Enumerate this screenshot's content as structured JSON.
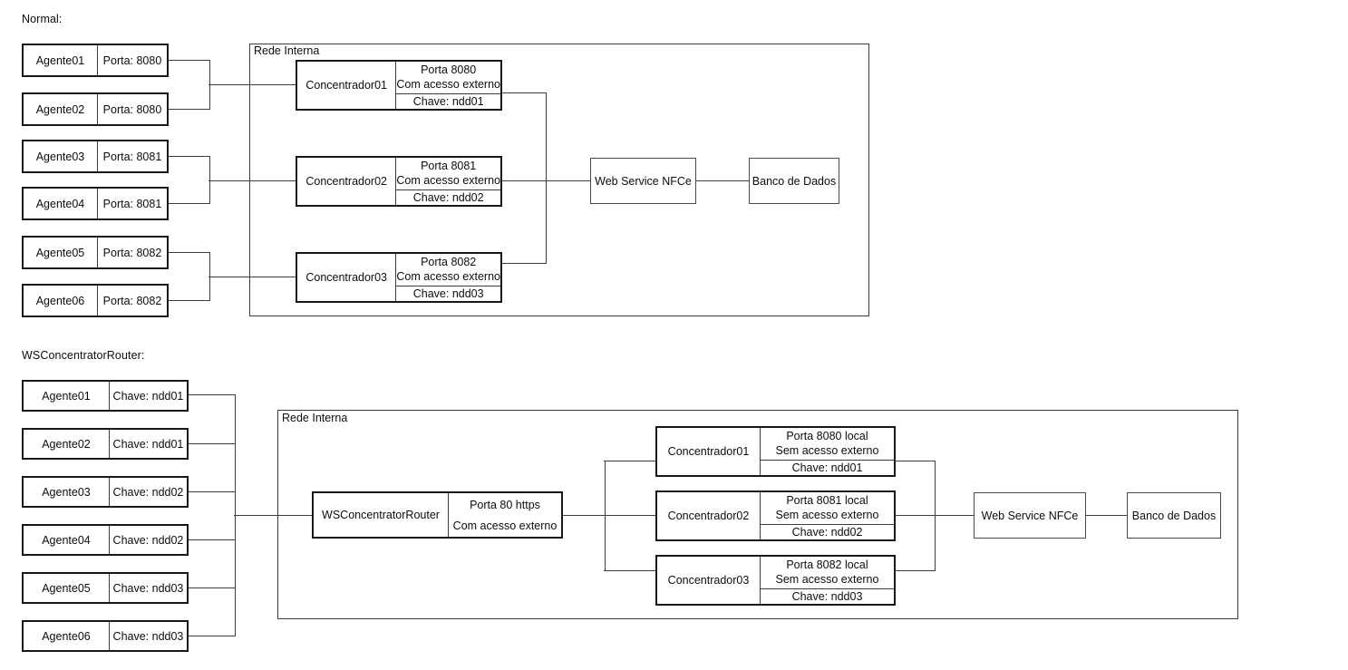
{
  "diagram": {
    "title_normal": "Normal:",
    "title_router": "WSConcentratorRouter:",
    "network_label": "Rede Interna",
    "colors": {
      "line": "#3d3d3d",
      "node_border_strong": "#181818",
      "node_border_light": "#4a4a4a",
      "text": "#0d0d0d",
      "background": "#ffffff"
    }
  },
  "normal": {
    "label": "Normal:",
    "network_label": "Rede Interna",
    "agents": [
      {
        "name": "Agente01",
        "detail": "Porta: 8080"
      },
      {
        "name": "Agente02",
        "detail": "Porta: 8080"
      },
      {
        "name": "Agente03",
        "detail": "Porta: 8081"
      },
      {
        "name": "Agente04",
        "detail": "Porta: 8081"
      },
      {
        "name": "Agente05",
        "detail": "Porta: 8082"
      },
      {
        "name": "Agente06",
        "detail": "Porta: 8082"
      }
    ],
    "concentrators": [
      {
        "name": "Concentrador01",
        "port": "Porta 8080",
        "access": "Com acesso externo",
        "key": "Chave: ndd01"
      },
      {
        "name": "Concentrador02",
        "port": "Porta 8081",
        "access": "Com acesso externo",
        "key": "Chave: ndd02"
      },
      {
        "name": "Concentrador03",
        "port": "Porta 8082",
        "access": "Com acesso externo",
        "key": "Chave: ndd03"
      }
    ],
    "webservice": "Web Service NFCe",
    "database": "Banco de Dados"
  },
  "router": {
    "label": "WSConcentratorRouter:",
    "network_label": "Rede Interna",
    "agents": [
      {
        "name": "Agente01",
        "detail": "Chave: ndd01"
      },
      {
        "name": "Agente02",
        "detail": "Chave: ndd01"
      },
      {
        "name": "Agente03",
        "detail": "Chave: ndd02"
      },
      {
        "name": "Agente04",
        "detail": "Chave: ndd02"
      },
      {
        "name": "Agente05",
        "detail": "Chave: ndd03"
      },
      {
        "name": "Agente06",
        "detail": "Chave: ndd03"
      }
    ],
    "router_node": {
      "name": "WSConcentratorRouter",
      "port": "Porta 80 https",
      "access": "Com acesso externo"
    },
    "concentrators": [
      {
        "name": "Concentrador01",
        "port": "Porta 8080 local",
        "access": "Sem acesso externo",
        "key": "Chave: ndd01"
      },
      {
        "name": "Concentrador02",
        "port": "Porta 8081 local",
        "access": "Sem acesso externo",
        "key": "Chave: ndd02"
      },
      {
        "name": "Concentrador03",
        "port": "Porta 8082 local",
        "access": "Sem acesso externo",
        "key": "Chave: ndd03"
      }
    ],
    "webservice": "Web Service NFCe",
    "database": "Banco de Dados"
  }
}
